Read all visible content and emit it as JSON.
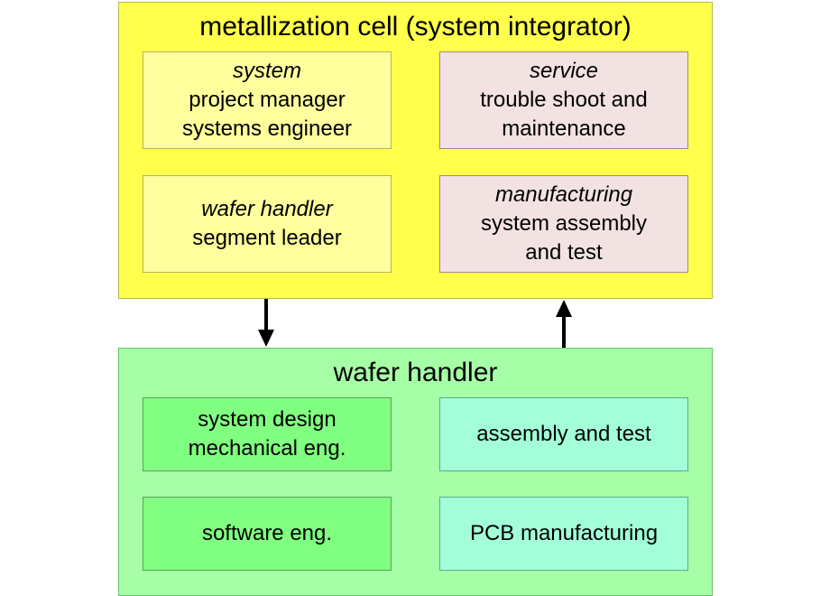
{
  "top_group": {
    "title": "metallization cell (system integrator)",
    "boxes": [
      {
        "role": "system",
        "lines": [
          "project manager",
          "systems engineer"
        ]
      },
      {
        "role": "service",
        "lines": [
          "trouble shoot and",
          "maintenance"
        ]
      },
      {
        "role": "wafer handler",
        "lines": [
          "segment leader"
        ]
      },
      {
        "role": "manufacturing",
        "lines": [
          "system assembly",
          "and test"
        ]
      }
    ]
  },
  "bottom_group": {
    "title": "wafer handler",
    "boxes": [
      {
        "lines": [
          "system design",
          "mechanical eng."
        ]
      },
      {
        "lines": [
          "assembly and test"
        ]
      },
      {
        "lines": [
          "software eng."
        ]
      },
      {
        "lines": [
          "PCB manufacturing"
        ]
      }
    ]
  },
  "colors": {
    "top_background": "#ffff4c",
    "top_box_yellow": "#ffff9e",
    "top_box_pink": "#f2e2e2",
    "bottom_background": "#a6ffa6",
    "bottom_box_green": "#80ff80",
    "bottom_box_cyan": "#a2ffd8"
  },
  "arrows": [
    {
      "direction": "down"
    },
    {
      "direction": "up"
    }
  ]
}
